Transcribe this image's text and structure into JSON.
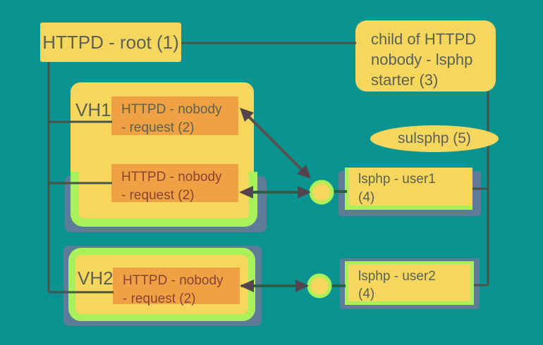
{
  "palette": {
    "background": "#0A9391",
    "box_yellow": "#F6D75E",
    "box_orange": "#F0A143",
    "frame_lime": "#A9F15A",
    "shadow_slate": "#5E7B97",
    "line_dark": "#475349",
    "line_green": "#2E5F44",
    "line_diagonal": "#55504A",
    "arrowhead": "#53444E",
    "text_dark": "#5D6153",
    "text_red": "#8A4434"
  },
  "nodes": {
    "root": {
      "label": "HTTPD - root (1)"
    },
    "child": {
      "line1": "child of HTTPD",
      "line2": "nobody - lsphp",
      "line3": "starter (3)"
    },
    "sulsphp": {
      "label": "sulsphp (5)"
    },
    "vh1": {
      "label": "VH1",
      "request1": {
        "line1": "HTTPD - nobody",
        "line2": "- request (2)"
      },
      "request2": {
        "line1": "HTTPD - nobody",
        "line2": "- request (2)"
      }
    },
    "vh2": {
      "label": "VH2",
      "request1": {
        "line1": "HTTPD - nobody",
        "line2": "- request (2)"
      }
    },
    "user1": {
      "line1": "lsphp - user1",
      "line2": "(4)"
    },
    "user2": {
      "line1": "lsphp - user2",
      "line2": "(4)"
    }
  }
}
